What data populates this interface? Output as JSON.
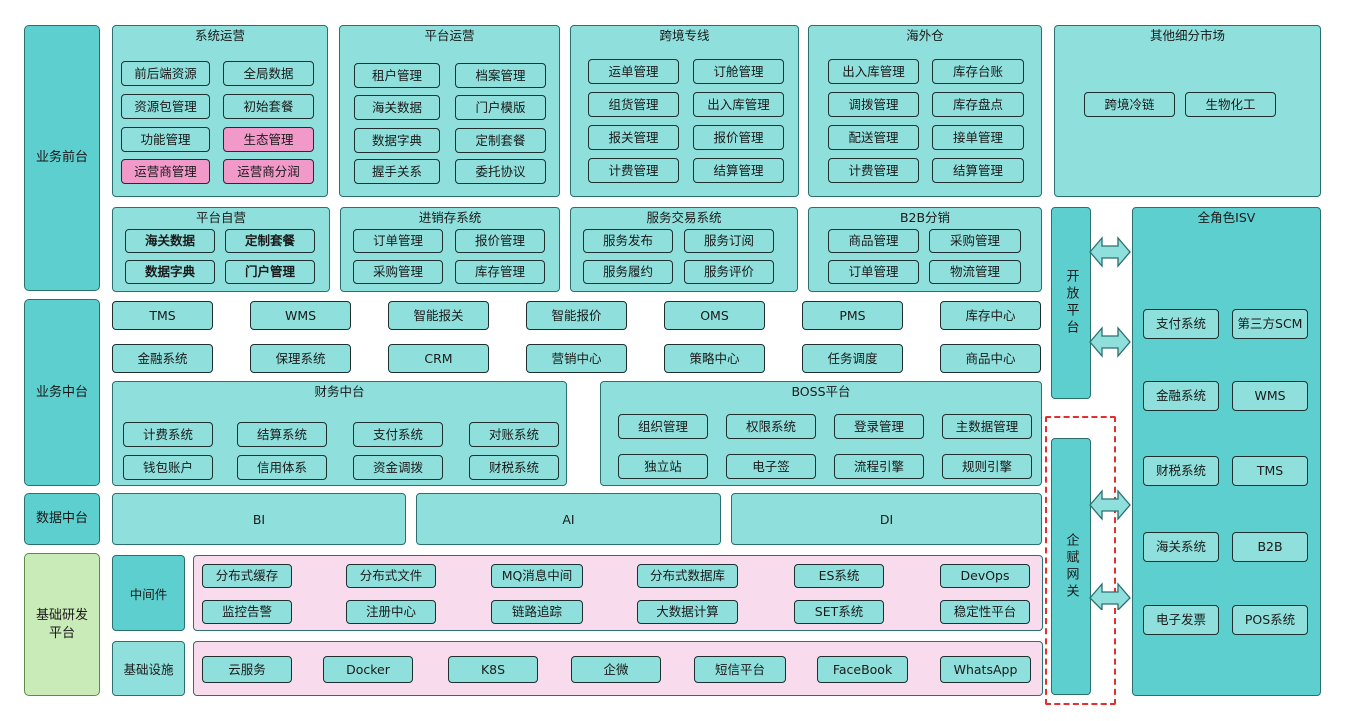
{
  "layers": {
    "front": "业务前台",
    "middle": "业务中台",
    "data": "数据中台",
    "infra": "基础研发平台"
  },
  "front": {
    "xitong": {
      "title": "系统运营",
      "items": [
        "前后端资源",
        "全局数据",
        "资源包管理",
        "初始套餐",
        "功能管理",
        "生态管理",
        "运营商管理",
        "运营商分润"
      ]
    },
    "pingtai": {
      "title": "平台运营",
      "items": [
        "租户管理",
        "档案管理",
        "海关数据",
        "门户模版",
        "数据字典",
        "定制套餐",
        "握手关系",
        "委托协议"
      ]
    },
    "kuajing": {
      "title": "跨境专线",
      "items": [
        "运单管理",
        "订舱管理",
        "组货管理",
        "出入库管理",
        "报关管理",
        "报价管理",
        "计费管理",
        "结算管理"
      ]
    },
    "haiwai": {
      "title": "海外仓",
      "items": [
        "出入库管理",
        "库存台账",
        "调拨管理",
        "库存盘点",
        "配送管理",
        "接单管理",
        "计费管理",
        "结算管理"
      ]
    },
    "other": {
      "title": "其他细分市场",
      "items": [
        "跨境冷链",
        "生物化工"
      ]
    },
    "ziying": {
      "title": "平台自营",
      "items": [
        "海关数据",
        "定制套餐",
        "数据字典",
        "门户管理"
      ]
    },
    "jxc": {
      "title": "进销存系统",
      "items": [
        "订单管理",
        "报价管理",
        "采购管理",
        "库存管理"
      ]
    },
    "fuwu": {
      "title": "服务交易系统",
      "items": [
        "服务发布",
        "服务订阅",
        "服务履约",
        "服务评价"
      ]
    },
    "b2b": {
      "title": "B2B分销",
      "items": [
        "商品管理",
        "采购管理",
        "订单管理",
        "物流管理"
      ]
    }
  },
  "middle": {
    "row1": [
      "TMS",
      "WMS",
      "智能报关",
      "智能报价",
      "OMS",
      "PMS",
      "库存中心"
    ],
    "row2": [
      "金融系统",
      "保理系统",
      "CRM",
      "营销中心",
      "策略中心",
      "任务调度",
      "商品中心"
    ],
    "caiwu": {
      "title": "财务中台",
      "items": [
        "计费系统",
        "结算系统",
        "支付系统",
        "对账系统",
        "钱包账户",
        "信用体系",
        "资金调拨",
        "财税系统"
      ]
    },
    "boss": {
      "title": "BOSS平台",
      "items": [
        "组织管理",
        "权限系统",
        "登录管理",
        "主数据管理",
        "独立站",
        "电子签",
        "流程引擎",
        "规则引擎"
      ]
    }
  },
  "data_layer": {
    "items": [
      "BI",
      "AI",
      "DI"
    ]
  },
  "infra": {
    "middleware": {
      "label": "中间件",
      "items": [
        "分布式缓存",
        "分布式文件",
        "MQ消息中间",
        "分布式数据库",
        "ES系统",
        "DevOps",
        "监控告警",
        "注册中心",
        "链路追踪",
        "大数据计算",
        "SET系统",
        "稳定性平台"
      ]
    },
    "base": {
      "label": "基础设施",
      "items": [
        "云服务",
        "Docker",
        "K8S",
        "企微",
        "短信平台",
        "FaceBook",
        "WhatsApp"
      ]
    }
  },
  "open_platform": "开放平台",
  "gateway": "企赋网关",
  "isv": {
    "title": "全角色ISV",
    "items": [
      "支付系统",
      "第三方SCM",
      "金融系统",
      "WMS",
      "财税系统",
      "TMS",
      "海关系统",
      "B2B",
      "电子发票",
      "POS系统"
    ]
  },
  "colors": {
    "teal": "#5ecfcf",
    "light_teal": "#8fe0dc",
    "pink_item": "#f199c9",
    "pink_panel": "#f8dced",
    "green": "#c9ebb7",
    "dashed_red": "#e0302f"
  }
}
